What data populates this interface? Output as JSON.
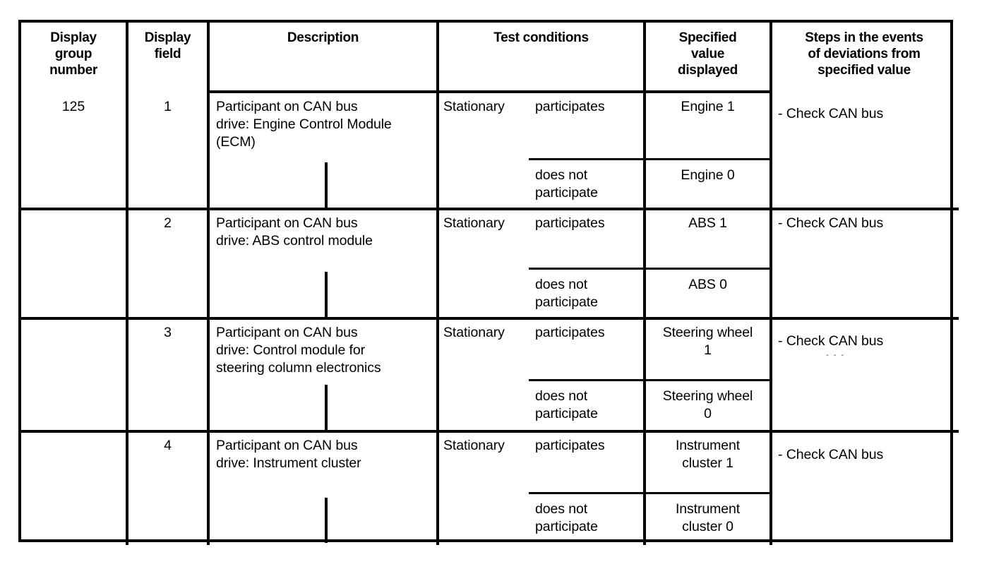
{
  "table": {
    "headers": {
      "display_group_number": "Display\ngroup\nnumber",
      "display_field": "Display\nfield",
      "description": "Description",
      "test_conditions": "Test conditions",
      "specified_value": "Specified\nvalue\ndisplayed",
      "steps": "Steps in the events\nof deviations from\nspecified value"
    },
    "display_group_number": "125",
    "rows": [
      {
        "display_field": "1",
        "description": "Participant on CAN bus\ndrive: Engine Control Module\n(ECM)",
        "state": "Stationary",
        "steps": "- Check CAN bus",
        "conditions": [
          {
            "condition": "participates",
            "specified_value": "Engine 1"
          },
          {
            "condition": "does not\nparticipate",
            "specified_value": "Engine 0"
          }
        ]
      },
      {
        "display_field": "2",
        "description": "Participant on CAN bus\ndrive: ABS control module",
        "state": "Stationary",
        "steps": "- Check CAN bus",
        "conditions": [
          {
            "condition": "participates",
            "specified_value": "ABS 1"
          },
          {
            "condition": "does not\nparticipate",
            "specified_value": "ABS 0"
          }
        ]
      },
      {
        "display_field": "3",
        "description": "Participant on CAN bus\ndrive: Control module for\nsteering column electronics",
        "state": "Stationary",
        "steps": "- Check CAN bus",
        "conditions": [
          {
            "condition": "participates",
            "specified_value": "Steering wheel\n1"
          },
          {
            "condition": "does not\nparticipate",
            "specified_value": "Steering wheel\n0"
          }
        ]
      },
      {
        "display_field": "4",
        "description": "Participant on CAN bus\ndrive: Instrument cluster",
        "state": "Stationary",
        "steps": "- Check CAN bus",
        "conditions": [
          {
            "condition": "participates",
            "specified_value": "Instrument\ncluster 1"
          },
          {
            "condition": "does not\nparticipate",
            "specified_value": "Instrument\ncluster 0"
          }
        ]
      }
    ]
  },
  "artifacts": {
    "speck_row3": "- - -"
  },
  "colors": {
    "ink": "#000000",
    "page": "#ffffff"
  }
}
